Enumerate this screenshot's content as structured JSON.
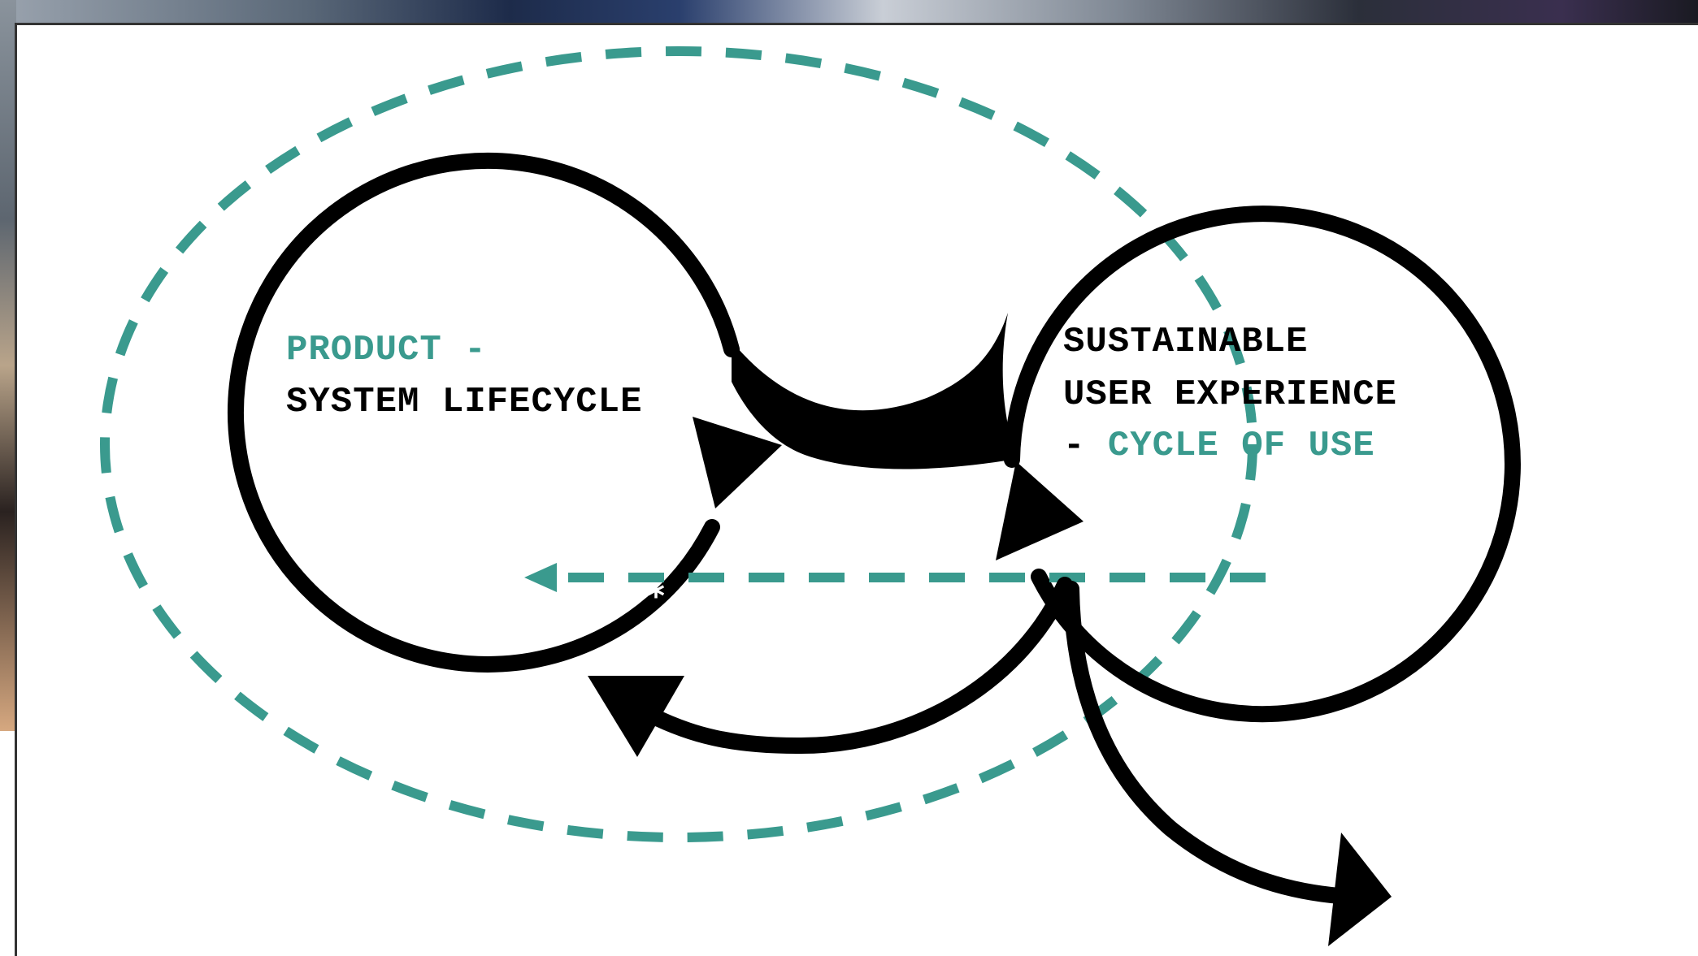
{
  "diagram": {
    "left_circle": {
      "line1": "PRODUCT -",
      "line2": "SYSTEM LIFECYCLE"
    },
    "right_circle": {
      "line1": "SUSTAINABLE",
      "line2": "USER EXPERIENCE",
      "line3_prefix": "- ",
      "line3_accent": "CYCLE OF USE"
    },
    "marker": "*"
  },
  "colors": {
    "accent": "#3a9a8e",
    "ink": "#000000",
    "background": "#ffffff"
  }
}
